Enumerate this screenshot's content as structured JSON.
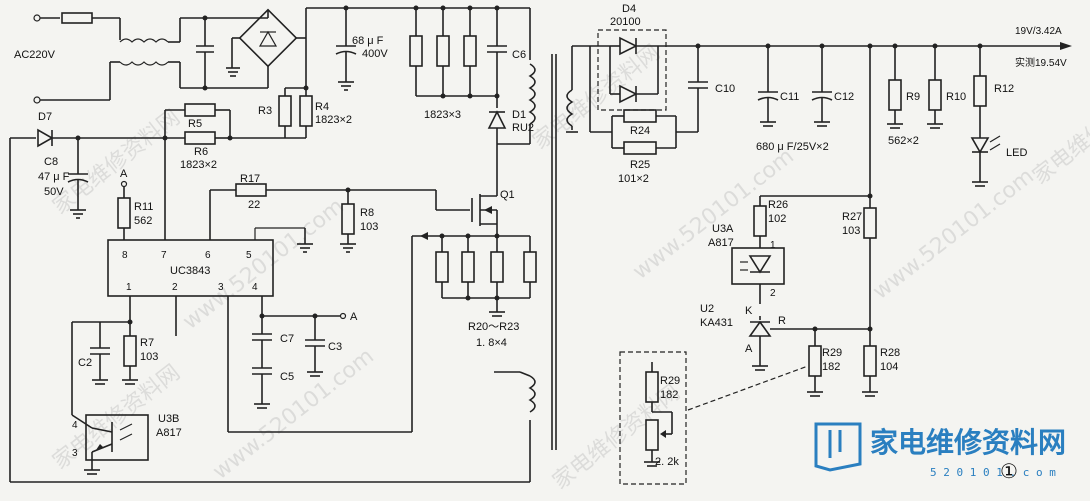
{
  "labels": {
    "ac_input": "AC220V",
    "d7": "D7",
    "c8": "C8",
    "c8_val": "47 μ F",
    "c8_v": "50V",
    "cap_bulk": "68 μ F",
    "cap_bulk_v": "400V",
    "r3": "R3",
    "r4": "R4",
    "r4_val": "1823×2",
    "r5": "R5",
    "r6": "R6",
    "r6_val": "1823×2",
    "snubber_r": "1823×3",
    "c6": "C6",
    "d1": "D1",
    "d1_type": "RU2",
    "a_top": "A",
    "r11": "R11",
    "r11_val": "562",
    "r17": "R17",
    "r17_val": "22",
    "r8": "R8",
    "r8_val": "103",
    "q1": "Q1",
    "pin8": "8",
    "pin7": "7",
    "pin6": "6",
    "pin5": "5",
    "ic": "UC3843",
    "pin1": "1",
    "pin2": "2",
    "pin3": "3",
    "pin4": "4",
    "c2": "C2",
    "r7": "R7",
    "r7_val": "103",
    "c7": "C7",
    "c3": "C3",
    "c5": "C5",
    "a_mid": "A",
    "r20_23": "R20～R23",
    "r20_val": "1. 8×4",
    "u3b": "U3B",
    "u3b_type": "A817",
    "opto_pin4": "4",
    "opto_pin3": "3",
    "d4": "D4",
    "d4_type": "20100",
    "r24": "R24",
    "r25": "R25",
    "r25_val": "101×2",
    "c10": "C10",
    "c11": "C11",
    "c12": "C12",
    "c11_val": "680 μ F/25V×2",
    "r9": "R9",
    "r10": "R10",
    "r9_val": "562×2",
    "r12": "R12",
    "led": "LED",
    "out1": "19V/3.42A",
    "out2": "实测19.54V",
    "r26": "R26",
    "r26_val": "102",
    "u3a": "U3A",
    "u3a_type": "A817",
    "u3a_pin1": "1",
    "u3a_pin2": "2",
    "r27": "R27",
    "r27_val": "103",
    "u2": "U2",
    "u2_type": "KA431",
    "u2_k": "K",
    "u2_r": "R",
    "u2_a": "A",
    "r29": "R29",
    "r29_val": "182",
    "r28": "R28",
    "r28_val": "104",
    "r29b": "R29",
    "r29b_val": "182",
    "pot_val": "2. 2k",
    "circled": "①"
  },
  "watermark": {
    "brand_cn": "家电维修资料网",
    "brand_url": "5 2 0 1 0 1 . c o m",
    "wm1": "家电维修资料网",
    "wm2": "www.520101.com",
    "wm3": "家电维修资料网",
    "wm4": "www.520101.com",
    "wm5": "家电维修资料网",
    "wm6": "www.520101.com",
    "wm7": "家电维修资料网",
    "wm8": "www.520101.com",
    "wm9": "家电维修"
  },
  "colors": {
    "brand": "#2a7fc0",
    "ink": "#222222"
  }
}
